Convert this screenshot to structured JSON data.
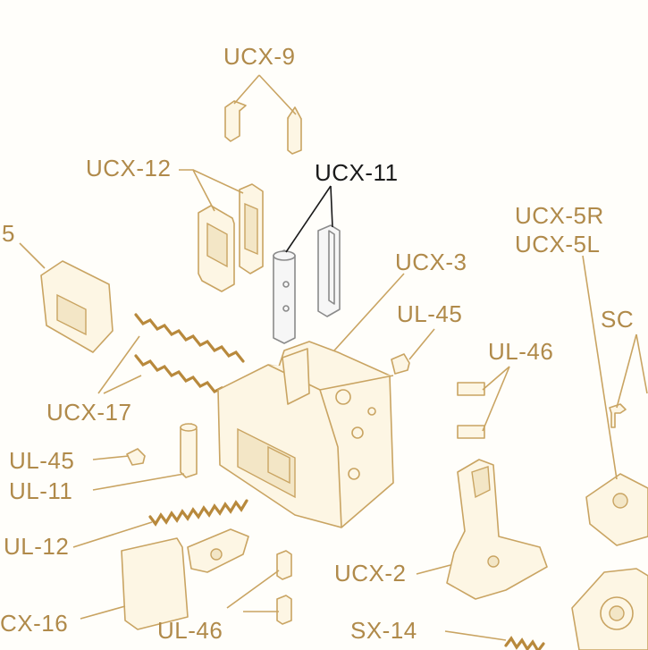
{
  "labels": {
    "ucx9": "UCX-9",
    "ucx12": "UCX-12",
    "ucx11": "UCX-11",
    "ucx5r": "UCX-5R",
    "ucx5l": "UCX-5L",
    "ucx3": "UCX-3",
    "ul45_right": "UL-45",
    "ul46_right": "UL-46",
    "sc_partial": "SC",
    "ucx5_partial": "5",
    "ucx17": "UCX-17",
    "ul45_left": "UL-45",
    "ul11": "UL-11",
    "ul12_partial": "UL-12",
    "ucx16_partial": "CX-16",
    "ul46_bottom": "UL-46",
    "ucx2": "UCX-2",
    "sx14": "SX-14"
  },
  "highlight_part": "UCX-11",
  "colors": {
    "label": "#b08a4a",
    "highlight_label": "#1a1a1a",
    "part_outline": "#c9a462",
    "part_fill": "#fdf6e4",
    "highlight_outline": "#8a8a8a"
  }
}
